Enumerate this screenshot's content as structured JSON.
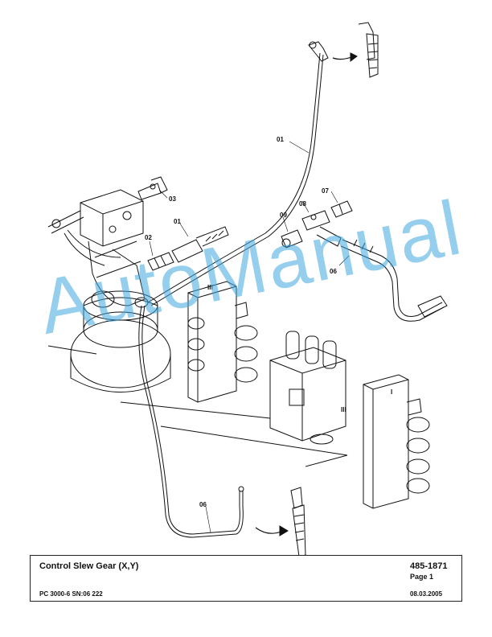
{
  "watermark": "AutoManual",
  "labels": {
    "l01_top": "01",
    "l01_mid": "01",
    "l02": "02",
    "l03": "03",
    "l06_right": "06",
    "l06_bottom": "06",
    "l07": "07",
    "l08": "08",
    "l09": "09",
    "roman_left": "III",
    "roman_center": "III",
    "roman_right": "I"
  },
  "title_block": {
    "title": "Control Slew Gear (X,Y)",
    "part_number": "485-1871",
    "page": "Page 1",
    "model": "PC 3000-6 SN:06 222",
    "date": "08.03.2005"
  }
}
